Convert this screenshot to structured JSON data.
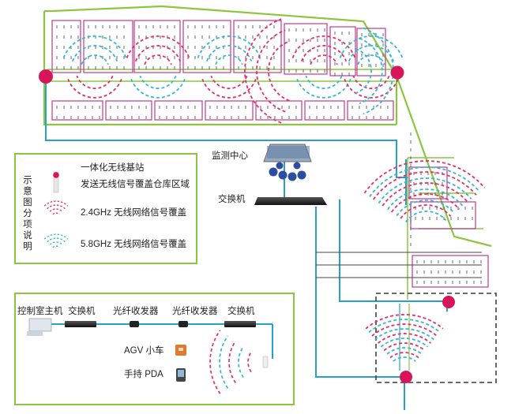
{
  "legend": {
    "side_title": "示意图分项说明",
    "base_station_title": "一体化无线基站",
    "base_station_desc": "发送无线信号覆盖仓库区域",
    "signal_24": "2.4GHz 无线网络信号覆盖",
    "signal_58": "5.8GHz 无线网络信号覆盖"
  },
  "labels": {
    "monitor_center": "监测中心",
    "switch_main": "交换机"
  },
  "bottom_chain": {
    "control_host": "控制室主机",
    "switch_1": "交换机",
    "fiber_1": "光纤收发器",
    "fiber_2": "光纤收发器",
    "switch_2": "交换机",
    "agv": "AGV 小车",
    "pda": "手持 PDA"
  },
  "colors": {
    "green_border": "#8cc63f",
    "magenta_rack": "#c0398f",
    "cable_blue": "#2a9fc9",
    "station_red": "#d8145a",
    "signal_pink": "#e0306f",
    "signal_cyan": "#35b6d8",
    "dark_line": "#333333",
    "dash_gray": "#555555"
  },
  "icons": [
    "base-station-icon",
    "server-rack-icon",
    "network-switch-icon",
    "computer-icon",
    "fiber-transceiver-icon",
    "agv-icon",
    "pda-icon",
    "access-point-icon"
  ]
}
